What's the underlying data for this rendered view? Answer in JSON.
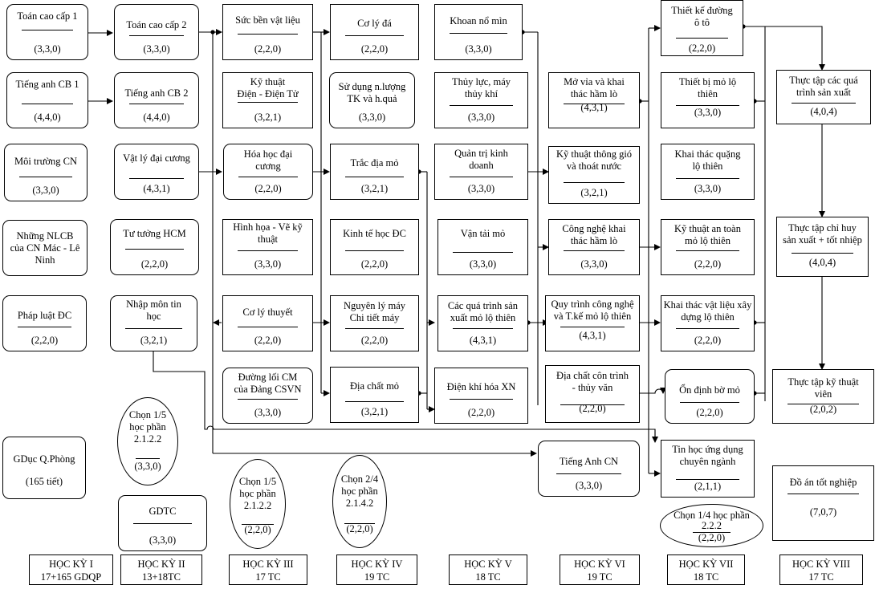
{
  "courses": {
    "s1_1": {
      "title": "Toán cao cấp 1",
      "credits": "(3,3,0)"
    },
    "s1_2": {
      "title": "Tiếng anh CB 1",
      "credits": "(4,4,0)"
    },
    "s1_3": {
      "title": "Môi trường CN",
      "credits": "(3,3,0)"
    },
    "s1_4": {
      "title": "Những NLCB\ncủa CN Mác - Lê\nNinh",
      "credits": ""
    },
    "s1_5": {
      "title": "Pháp luật ĐC",
      "credits": "(2,2,0)"
    },
    "s1_6": {
      "title": "GDục Q.Phòng",
      "credits": "(165 tiết)"
    },
    "s2_1": {
      "title": "Toán cao cấp 2",
      "credits": "(3,3,0)"
    },
    "s2_2": {
      "title": "Tiếng anh CB 2",
      "credits": "(4,4,0)"
    },
    "s2_3": {
      "title": "Vật lý đại cương",
      "credits": "(4,3,1)"
    },
    "s2_4": {
      "title": "Tư tưởng HCM",
      "credits": "(2,2,0)"
    },
    "s2_5": {
      "title": "Nhập môn tin\nhọc",
      "credits": "(3,2,1)"
    },
    "s2_6": {
      "title": "Chọn 1/5\nhọc phần\n2.1.2.2",
      "credits": "(3,3,0)"
    },
    "s2_7": {
      "title": "GDTC",
      "credits": "(3,3,0)"
    },
    "s3_1": {
      "title": "Sức bền vật liệu",
      "credits": "(2,2,0)"
    },
    "s3_2": {
      "title": "Kỹ thuật\nĐiện - Điện Tử",
      "credits": "(3,2,1)"
    },
    "s3_3": {
      "title": "Hóa học đại\ncương",
      "credits": "(2,2,0)"
    },
    "s3_4": {
      "title": "Hình họa - Vẽ kỹ\nthuật",
      "credits": "(3,3,0)"
    },
    "s3_5": {
      "title": "Cơ lý thuyết",
      "credits": "(2,2,0)"
    },
    "s3_6": {
      "title": "Đường lối CM\ncủa Đảng CSVN",
      "credits": "(3,3,0)"
    },
    "s3_7": {
      "title": "Chọn 1/5\nhọc phần\n2.1.2.2",
      "credits": "(2,2,0)"
    },
    "s4_1": {
      "title": "Cơ lý đá",
      "credits": "(2,2,0)"
    },
    "s4_2": {
      "title": "Sử dụng n.lượng\nTK và h.quả",
      "credits": "(3,3,0)"
    },
    "s4_3": {
      "title": "Trắc địa mỏ",
      "credits": "(3,2,1)"
    },
    "s4_4": {
      "title": "Kinh tế học ĐC",
      "credits": "(2,2,0)"
    },
    "s4_5": {
      "title": "Nguyên lý máy\nChi tiết máy",
      "credits": "(2,2,0)"
    },
    "s4_6": {
      "title": "Địa chất mỏ",
      "credits": "(3,2,1)"
    },
    "s4_7": {
      "title": "Chọn 2/4\nhọc phần\n2.1.4.2",
      "credits": "(2,2,0)"
    },
    "s5_1": {
      "title": "Khoan nổ mìn",
      "credits": "(3,3,0)"
    },
    "s5_2": {
      "title": "Thủy lực, máy\nthủy khí",
      "credits": "(3,3,0)"
    },
    "s5_3": {
      "title": "Quản trị kinh\ndoanh",
      "credits": "(3,3,0)"
    },
    "s5_4": {
      "title": "Vận tải mỏ",
      "credits": "(3,3,0)"
    },
    "s5_5": {
      "title": "Các quá trình sản\nxuất mỏ lộ thiên",
      "credits": "(4,3,1)"
    },
    "s5_6": {
      "title": "Điện khí hóa XN",
      "credits": "(2,2,0)"
    },
    "s5_7": {
      "title": "Tiếng Anh CN",
      "credits": "(3,3,0)"
    },
    "s6_1": {
      "title": "Mở vỉa và khai\nthác hầm lò",
      "credits": "(4,3,1)"
    },
    "s6_2": {
      "title": "Kỹ thuật thông gió\nvà thoát nước",
      "credits": "(3,2,1)"
    },
    "s6_3": {
      "title": "Công nghệ khai\nthác hầm lò",
      "credits": "(3,3,0)"
    },
    "s6_4": {
      "title": "Quy trình công nghệ\nvà T.kế mỏ lộ thiên",
      "credits": "(4,3,1)"
    },
    "s6_5": {
      "title": "Địa chất côn trình\n- thủy văn",
      "credits": "(2,2,0)"
    },
    "s7_1": {
      "title": "Thiết kế đường\nô tô",
      "credits": "(2,2,0)"
    },
    "s7_2": {
      "title": "Thiết bị mỏ lộ\nthiên",
      "credits": "(3,3,0)"
    },
    "s7_3": {
      "title": "Khai thác quặng\nlộ thiên",
      "credits": "(3,3,0)"
    },
    "s7_4": {
      "title": "Kỹ thuật an toàn\nmỏ lộ thiên",
      "credits": "(2,2,0)"
    },
    "s7_5": {
      "title": "Khai thác vật liệu xây\ndựng lộ thiên",
      "credits": "(2,2,0)"
    },
    "s7_6": {
      "title": "Ổn định bờ mỏ",
      "credits": "(2,2,0)"
    },
    "s7_7": {
      "title": "Tin học ứng dụng\nchuyên ngành",
      "credits": "(2,1,1)"
    },
    "s7_8": {
      "title": "Chọn 1/4 học phần\n2.2.2",
      "credits": "(2,2,0)"
    },
    "s8_1": {
      "title": "Thực tập các quá\ntrình sản xuất",
      "credits": "(4,0,4)"
    },
    "s8_2": {
      "title": "Thực tập chỉ huy\nsản xuất + tốt nhiệp",
      "credits": "(4,0,4)"
    },
    "s8_3": {
      "title": "Thực tập kỹ thuật\nviên",
      "credits": "(2,0,2)"
    },
    "s8_4": {
      "title": "Đồ án tốt nghiệp",
      "credits": "(7,0,7)"
    }
  },
  "semesters": [
    {
      "name": "HỌC KỲ I",
      "credits": "17+165 GDQP"
    },
    {
      "name": "HỌC KỲ II",
      "credits": "13+18TC"
    },
    {
      "name": "HỌC KỲ III",
      "credits": "17 TC"
    },
    {
      "name": "HỌC KỲ IV",
      "credits": "19 TC"
    },
    {
      "name": "HỌC KỲ V",
      "credits": "18 TC"
    },
    {
      "name": "HỌC KỲ VI",
      "credits": "19 TC"
    },
    {
      "name": "HỌC KỲ VII",
      "credits": "18 TC"
    },
    {
      "name": "HỌC KỲ VIII",
      "credits": "17 TC"
    }
  ]
}
